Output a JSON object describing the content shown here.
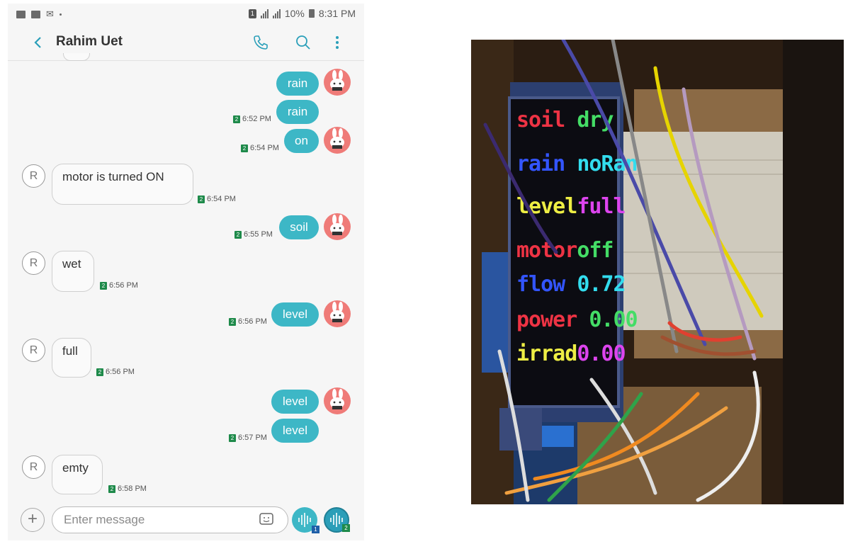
{
  "status_bar": {
    "sim_label": "1",
    "battery": "10%",
    "time": "8:31 PM"
  },
  "header": {
    "back": "<",
    "contact_name": "Rahim Uet"
  },
  "messages": {
    "m1": {
      "text": "rain"
    },
    "m2": {
      "text": "rain",
      "time": "6:52 PM",
      "sim": "2"
    },
    "m3": {
      "text": "on",
      "time": "6:54 PM",
      "sim": "2"
    },
    "m4": {
      "text": "motor is turned ON",
      "time": "6:54 PM",
      "sim": "2",
      "avatar": "R"
    },
    "m5": {
      "text": "soil",
      "time": "6:55 PM",
      "sim": "2"
    },
    "m6": {
      "text": "wet",
      "time": "6:56 PM",
      "sim": "2",
      "avatar": "R"
    },
    "m7": {
      "text": "level",
      "time": "6:56 PM",
      "sim": "2"
    },
    "m8": {
      "text": "full",
      "time": "6:56 PM",
      "sim": "2",
      "avatar": "R"
    },
    "m9": {
      "text": "level"
    },
    "m10": {
      "text": "level",
      "time": "6:57 PM",
      "sim": "2"
    },
    "m11": {
      "text": "emty",
      "time": "6:58 PM",
      "sim": "2",
      "avatar": "R"
    }
  },
  "composer": {
    "plus": "+",
    "placeholder": "Enter message",
    "voice_badge_1": "1",
    "voice_badge_2": "2"
  },
  "lcd": {
    "soil_label": "soil",
    "soil_value": "dry",
    "rain_label": "rain",
    "rain_value": "noRan",
    "level_label": "level",
    "level_value": "full",
    "motor_label": "motor",
    "motor_value": "off",
    "flow_label": "flow",
    "flow_value": "0.72",
    "power_label": "power",
    "power_value": "0.00",
    "irrad_label": "irrad",
    "irrad_value": "0.00"
  },
  "colors": {
    "accent": "#3db7c6",
    "avatar": "#ef7b78",
    "lcd_red": "#ee3344",
    "lcd_green": "#44dd66",
    "lcd_blue": "#3355ff",
    "lcd_yellow": "#eeee44",
    "lcd_magenta": "#dd44ee",
    "lcd_cyan": "#33ddee"
  },
  "icons": {
    "call": "phone-icon",
    "search": "search-icon",
    "menu": "more-vert-icon",
    "sticker": "sticker-icon",
    "voice": "voice-wave-icon"
  }
}
